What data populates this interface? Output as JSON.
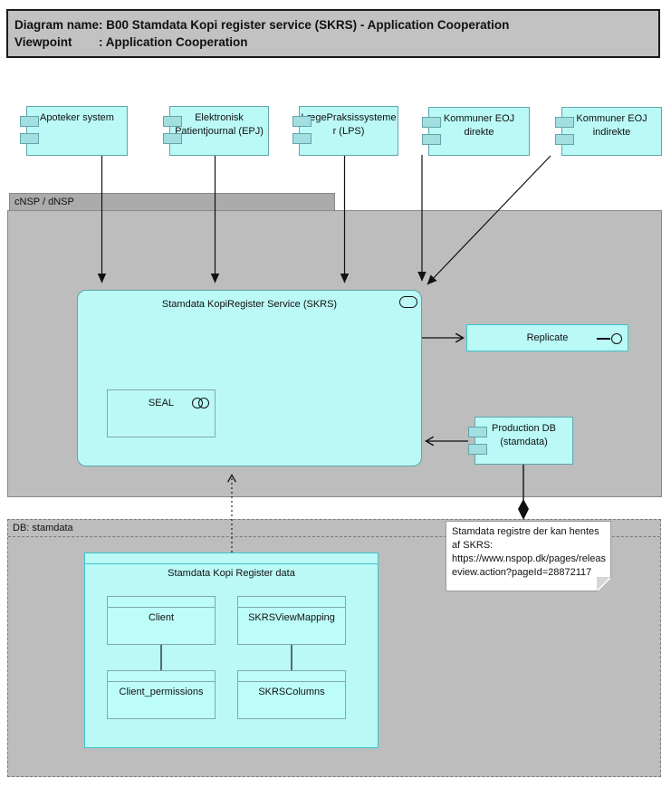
{
  "title": {
    "rows": [
      {
        "label": "Diagram name",
        "value": ": B00 Stamdata Kopi register service (SKRS) - Application Cooperation"
      },
      {
        "label": "Viewpoint",
        "value": ": Application Cooperation"
      }
    ]
  },
  "components": {
    "apoteker": "Apoteker system",
    "epj": "Elektronisk Patientjournal (EPJ)",
    "lps": "LægePraksissystemer (LPS)",
    "kommuner_direkte": "Kommuner EOJ direkte",
    "kommuner_indirekte": "Kommuner EOJ indirekte",
    "production_db": "Production DB (stamdata)"
  },
  "containers": {
    "cnsp": "cNSP / dNSP",
    "db": "DB: stamdata"
  },
  "service": {
    "skrs": "Stamdata KopiRegister Service (SKRS)",
    "seal": "SEAL",
    "replicate": "Replicate"
  },
  "register_data": {
    "title": "Stamdata Kopi Register data",
    "tables": [
      "Client",
      "SKRSViewMapping",
      "Client_permissions",
      "SKRSColumns"
    ]
  },
  "note": {
    "text": "Stamdata registre der kan hentes af SKRS: https://www.nspop.dk/pages/releaseview.action?pageId=28872117"
  },
  "colors": {
    "shape_fill": "#baf9f6",
    "shape_border": "#5fa5aa",
    "accent_border": "#3fc3cd",
    "container_fill": "#bdbdbd",
    "container_tab_fill": "#ababab",
    "title_bg": "#c2c2c2"
  }
}
